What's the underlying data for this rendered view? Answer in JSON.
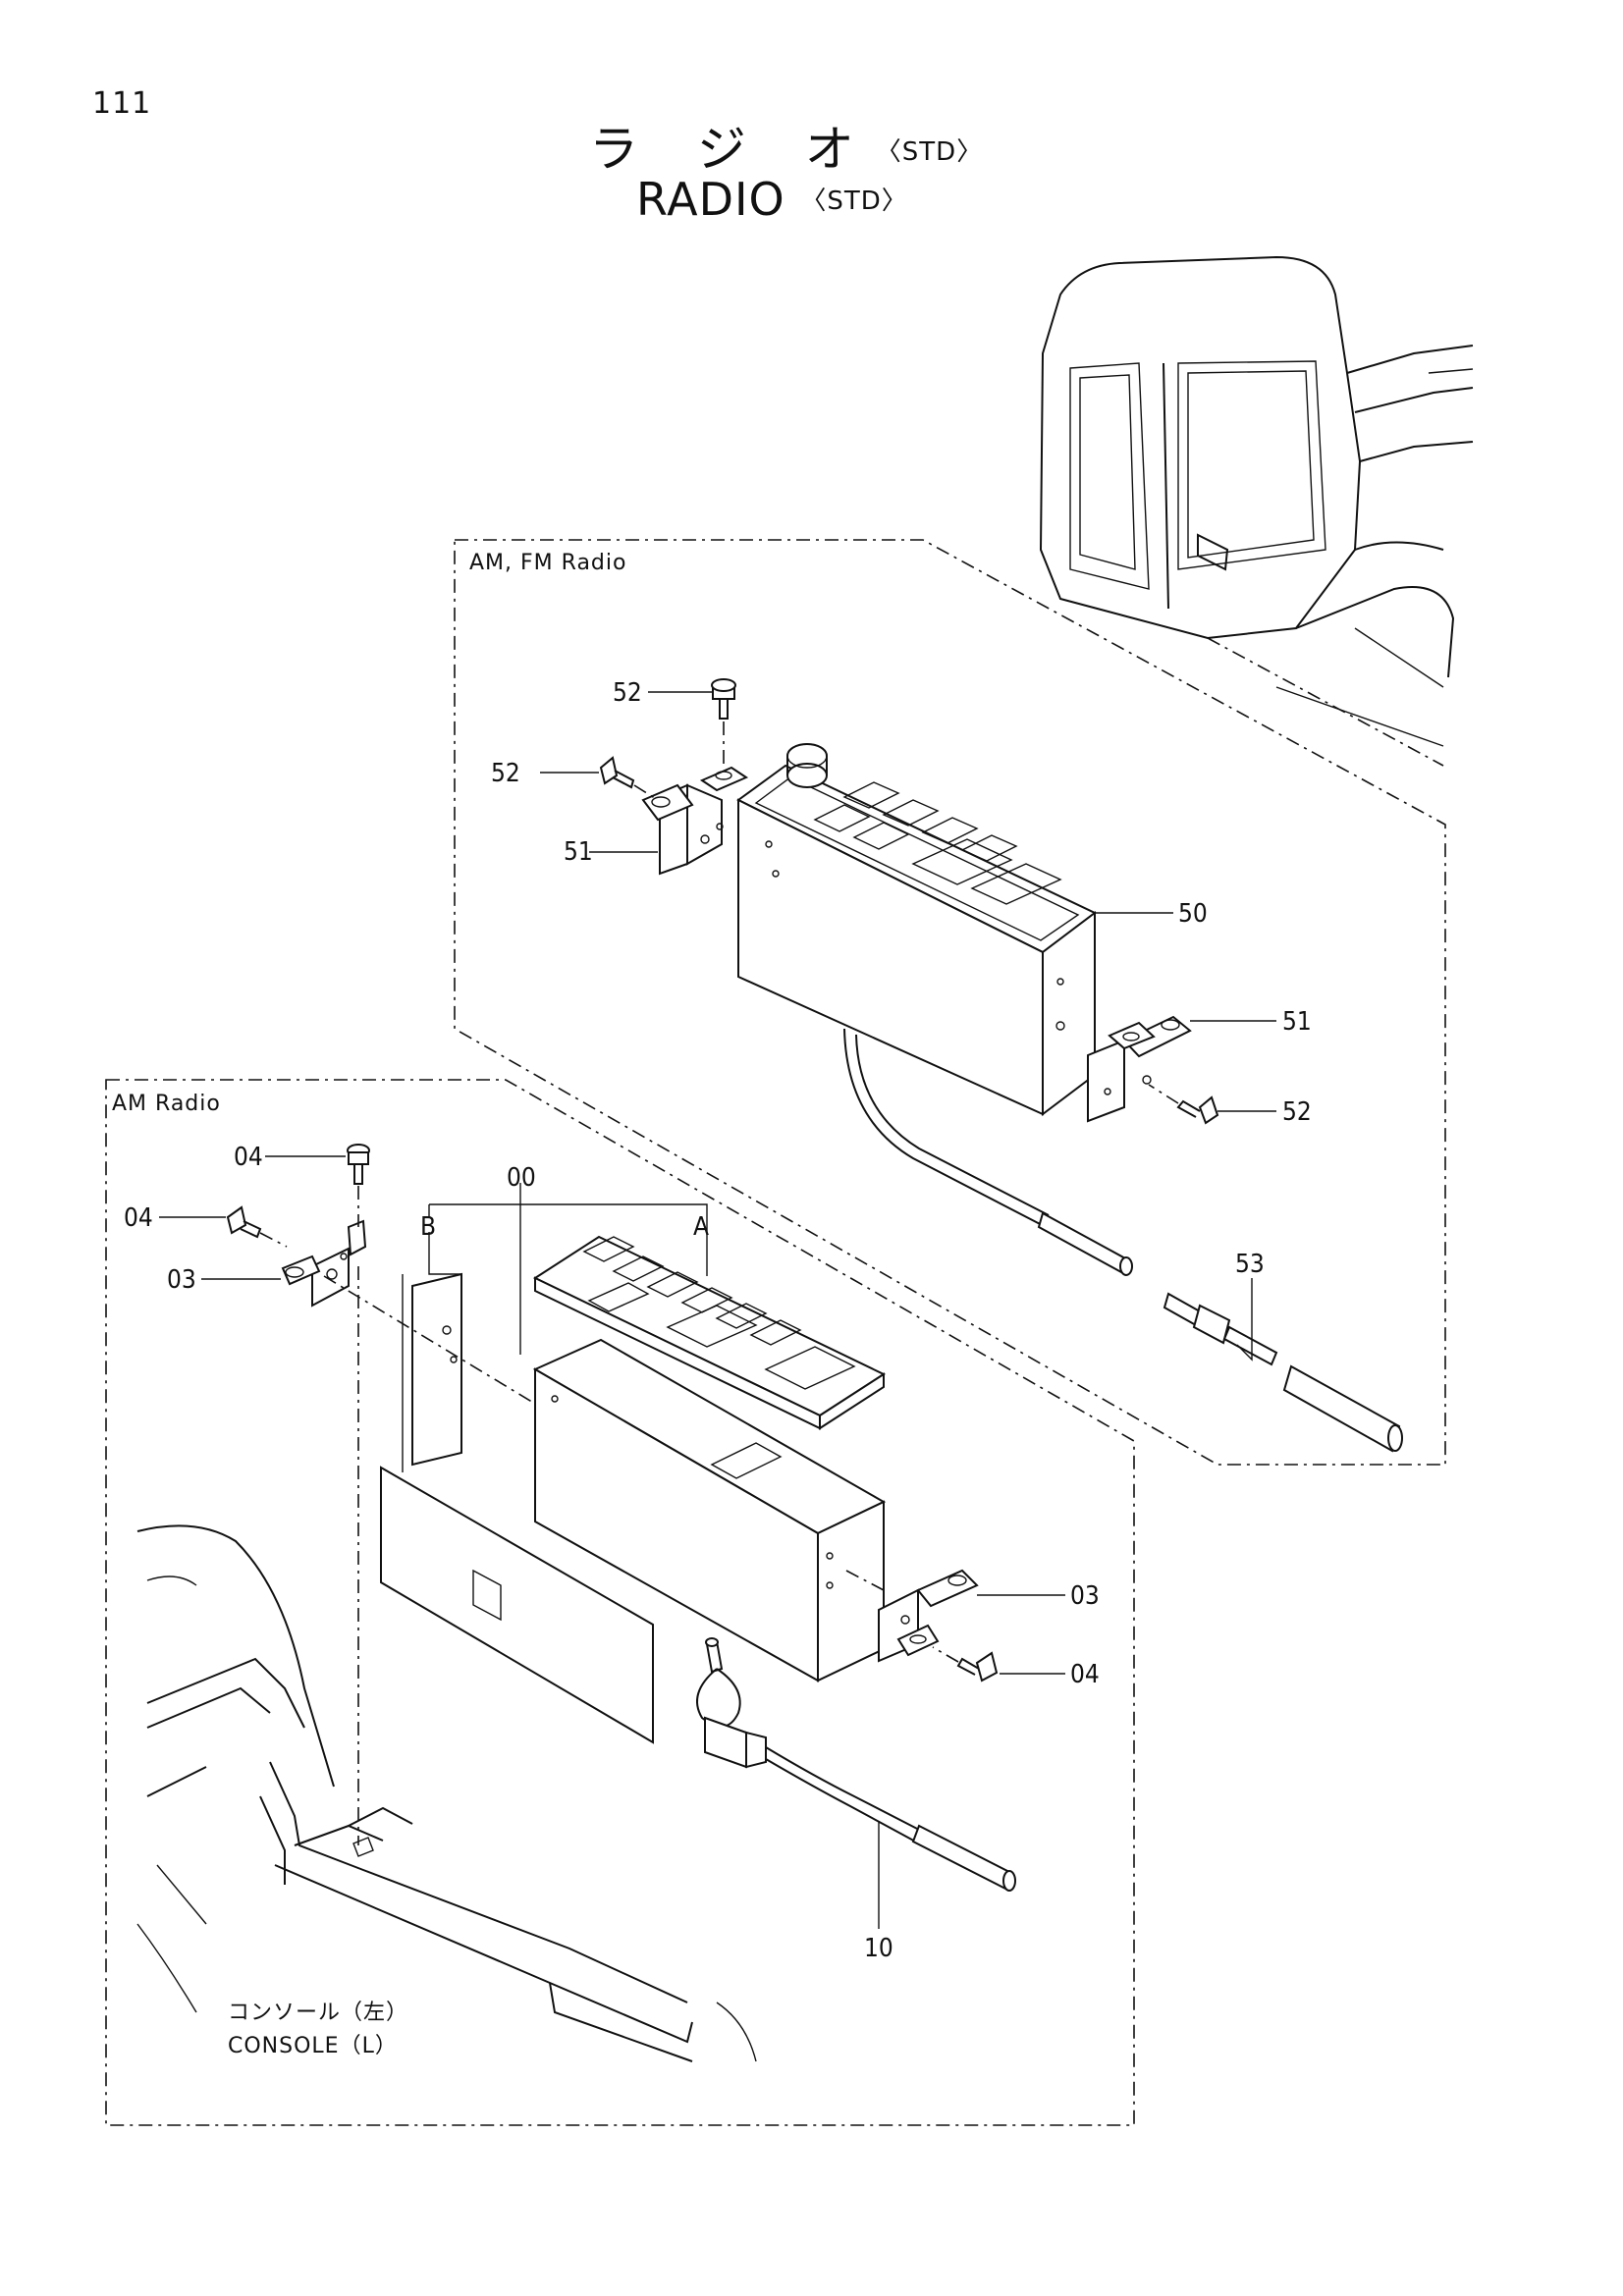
{
  "page": {
    "number": "111"
  },
  "title": {
    "jp": "ラ ジ オ",
    "en": "RADIO",
    "qualifier": "〈STD〉"
  },
  "sections": {
    "amfm": {
      "label": "AM, FM Radio"
    },
    "am": {
      "label": "AM Radio"
    }
  },
  "console": {
    "jp": "コンソール（左）",
    "en": "CONSOLE（L）"
  },
  "callouts": {
    "c52a": "52",
    "c52b": "52",
    "c51a": "51",
    "c50": "50",
    "c51b": "51",
    "c52c": "52",
    "c53": "53",
    "c04a": "04",
    "c04b": "04",
    "c03a": "03",
    "c00": "00",
    "cB": "B",
    "cA": "A",
    "c03b": "03",
    "c04c": "04",
    "c10": "10"
  }
}
